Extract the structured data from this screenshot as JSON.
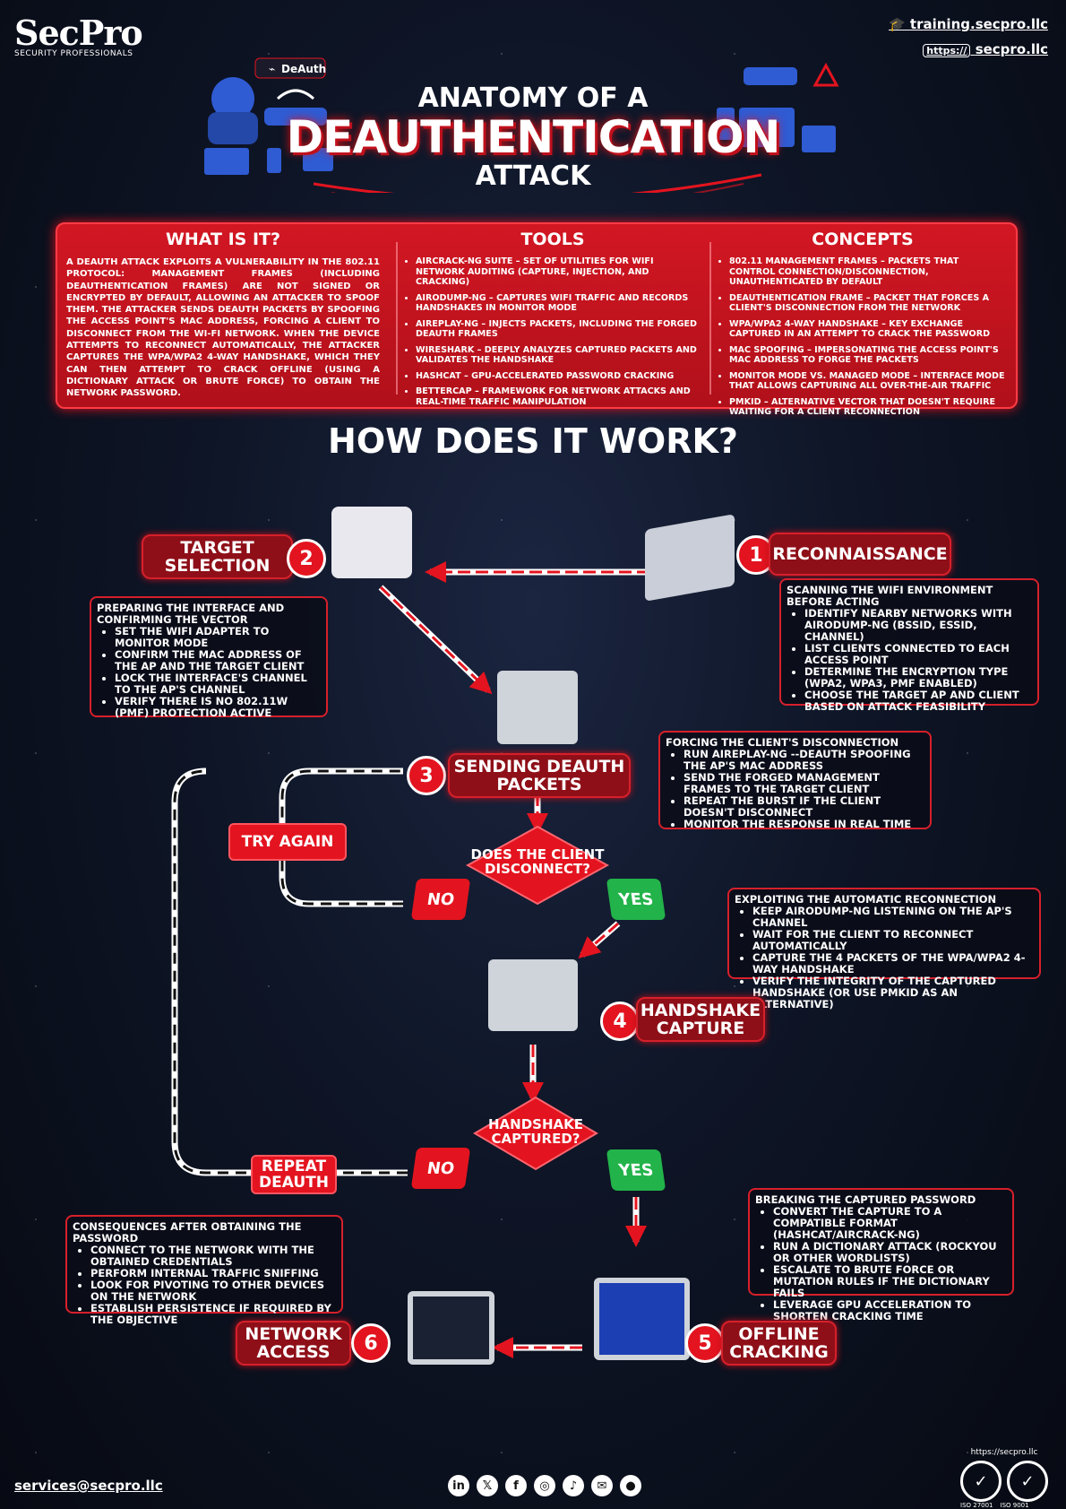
{
  "brand": {
    "name": "SecPro",
    "tagline": "SECURITY PROFESSIONALS"
  },
  "links": {
    "training": "training.secpro.llc",
    "site_prefix": "https://",
    "site": "secpro.llc"
  },
  "badges": {
    "deauth": "DeAuth"
  },
  "title": {
    "line1": "ANATOMY OF A",
    "line2": "DEAUTHENTICATION",
    "line3": "ATTACK"
  },
  "what": {
    "heading": "WHAT IS IT?",
    "text": "A DEAUTH ATTACK EXPLOITS A VULNERABILITY IN THE 802.11 PROTOCOL: MANAGEMENT FRAMES (INCLUDING DEAUTHENTICATION FRAMES) ARE NOT SIGNED OR ENCRYPTED BY DEFAULT, ALLOWING AN ATTACKER TO SPOOF THEM. THE ATTACKER SENDS DEAUTH PACKETS BY SPOOFING THE ACCESS POINT'S MAC ADDRESS, FORCING A CLIENT TO DISCONNECT FROM THE WI-FI NETWORK. WHEN THE DEVICE ATTEMPTS TO RECONNECT AUTOMATICALLY, THE ATTACKER CAPTURES THE WPA/WPA2 4-WAY HANDSHAKE, WHICH THEY CAN THEN ATTEMPT TO CRACK OFFLINE (USING A DICTIONARY ATTACK OR BRUTE FORCE) TO OBTAIN THE NETWORK PASSWORD."
  },
  "tools": {
    "heading": "TOOLS",
    "items": [
      "AIRCRACK-NG SUITE – SET OF UTILITIES FOR WIFI NETWORK AUDITING (CAPTURE, INJECTION, AND CRACKING)",
      "AIRODUMP-NG – CAPTURES WIFI TRAFFIC AND RECORDS HANDSHAKES IN MONITOR MODE",
      "AIREPLAY-NG – INJECTS PACKETS, INCLUDING THE FORGED DEAUTH FRAMES",
      "WIRESHARK – DEEPLY ANALYZES CAPTURED PACKETS AND VALIDATES THE HANDSHAKE",
      "HASHCAT – GPU-ACCELERATED PASSWORD CRACKING",
      "BETTERCAP – FRAMEWORK FOR NETWORK ATTACKS AND REAL-TIME TRAFFIC MANIPULATION"
    ]
  },
  "concepts": {
    "heading": "CONCEPTS",
    "items": [
      "802.11 MANAGEMENT FRAMES – PACKETS THAT CONTROL CONNECTION/DISCONNECTION, UNAUTHENTICATED BY DEFAULT",
      "DEAUTHENTICATION FRAME – PACKET THAT FORCES A CLIENT'S DISCONNECTION FROM THE NETWORK",
      "WPA/WPA2 4-WAY HANDSHAKE – KEY EXCHANGE CAPTURED IN AN ATTEMPT TO CRACK THE PASSWORD",
      "MAC SPOOFING – IMPERSONATING THE ACCESS POINT'S MAC ADDRESS TO FORGE THE PACKETS",
      "MONITOR MODE VS. MANAGED MODE – INTERFACE MODE THAT ALLOWS CAPTURING ALL OVER-THE-AIR TRAFFIC",
      "PMKID – ALTERNATIVE VECTOR THAT DOESN'T REQUIRE WAITING FOR A CLIENT RECONNECTION"
    ]
  },
  "how_heading": "HOW DOES IT WORK?",
  "steps": {
    "s1": {
      "num": "1",
      "label": "RECONNAISSANCE",
      "intro": "SCANNING THE WIFI ENVIRONMENT BEFORE ACTING",
      "items": [
        "IDENTIFY NEARBY NETWORKS WITH AIRODUMP-NG (BSSID, ESSID, CHANNEL)",
        "LIST CLIENTS CONNECTED TO EACH ACCESS POINT",
        "DETERMINE THE ENCRYPTION TYPE (WPA2, WPA3, PMF ENABLED)",
        "CHOOSE THE TARGET AP AND CLIENT BASED ON ATTACK FEASIBILITY"
      ]
    },
    "s2": {
      "num": "2",
      "label1": "TARGET",
      "label2": "SELECTION",
      "intro": "PREPARING THE INTERFACE AND CONFIRMING THE VECTOR",
      "items": [
        "SET THE WIFI ADAPTER TO MONITOR MODE",
        "CONFIRM THE MAC ADDRESS OF THE AP AND THE TARGET CLIENT",
        "LOCK THE INTERFACE'S CHANNEL TO THE AP'S CHANNEL",
        "VERIFY THERE IS NO 802.11W (PMF) PROTECTION ACTIVE"
      ]
    },
    "s3": {
      "num": "3",
      "label1": "SENDING DEAUTH",
      "label2": "PACKETS",
      "intro": "FORCING THE CLIENT'S DISCONNECTION",
      "items": [
        "RUN AIREPLAY-NG --DEAUTH SPOOFING THE AP'S MAC ADDRESS",
        "SEND THE FORGED MANAGEMENT FRAMES TO THE TARGET CLIENT",
        "REPEAT THE BURST IF THE CLIENT DOESN'T DISCONNECT",
        "MONITOR THE RESPONSE IN REAL TIME"
      ]
    },
    "s4": {
      "num": "4",
      "label1": "HANDSHAKE",
      "label2": "CAPTURE",
      "intro": "EXPLOITING THE AUTOMATIC RECONNECTION",
      "items": [
        "KEEP AIRODUMP-NG LISTENING ON THE AP'S CHANNEL",
        "WAIT FOR THE CLIENT TO RECONNECT AUTOMATICALLY",
        "CAPTURE THE 4 PACKETS OF THE WPA/WPA2 4-WAY HANDSHAKE",
        "VERIFY THE INTEGRITY OF THE CAPTURED HANDSHAKE (OR USE PMKID AS AN ALTERNATIVE)"
      ]
    },
    "s5": {
      "num": "5",
      "label1": "OFFLINE",
      "label2": "CRACKING",
      "intro": "BREAKING THE CAPTURED PASSWORD",
      "items": [
        "CONVERT THE CAPTURE TO A COMPATIBLE FORMAT (HASHCAT/AIRCRACK-NG)",
        "RUN A DICTIONARY ATTACK (ROCKYOU OR OTHER WORDLISTS)",
        "ESCALATE TO BRUTE FORCE OR MUTATION RULES IF THE DICTIONARY FAILS",
        "LEVERAGE GPU ACCELERATION TO SHORTEN CRACKING TIME"
      ]
    },
    "s6": {
      "num": "6",
      "label1": "NETWORK",
      "label2": "ACCESS",
      "intro": "CONSEQUENCES AFTER OBTAINING THE PASSWORD",
      "items": [
        "CONNECT TO THE NETWORK WITH THE OBTAINED CREDENTIALS",
        "PERFORM INTERNAL TRAFFIC SNIFFING",
        "LOOK FOR PIVOTING TO OTHER DEVICES ON THE NETWORK",
        "ESTABLISH PERSISTENCE IF REQUIRED BY THE OBJECTIVE"
      ]
    }
  },
  "decisions": {
    "d1_1": "DOES THE CLIENT",
    "d1_2": "DISCONNECT?",
    "d2_1": "HANDSHAKE",
    "d2_2": "CAPTURED?",
    "no": "NO",
    "yes": "YES",
    "try_again": "TRY AGAIN",
    "repeat1": "REPEAT",
    "repeat2": "DEAUTH"
  },
  "footer": {
    "email": "services@secpro.llc",
    "cert_link": "https://secpro.llc",
    "cert1": "ISO 27001",
    "cert2": "ISO 9001"
  },
  "social": [
    {
      "icon": "linkedin-icon",
      "g": "in"
    },
    {
      "icon": "x-icon",
      "g": "𝕏"
    },
    {
      "icon": "facebook-icon",
      "g": "f"
    },
    {
      "icon": "instagram-icon",
      "g": "◎"
    },
    {
      "icon": "tiktok-icon",
      "g": "♪"
    },
    {
      "icon": "chat-icon",
      "g": "✉"
    },
    {
      "icon": "github-icon",
      "g": "●"
    }
  ],
  "colors": {
    "accent": "#e3141f",
    "dark_red": "#8e0f18",
    "bg": "#0e1526"
  }
}
